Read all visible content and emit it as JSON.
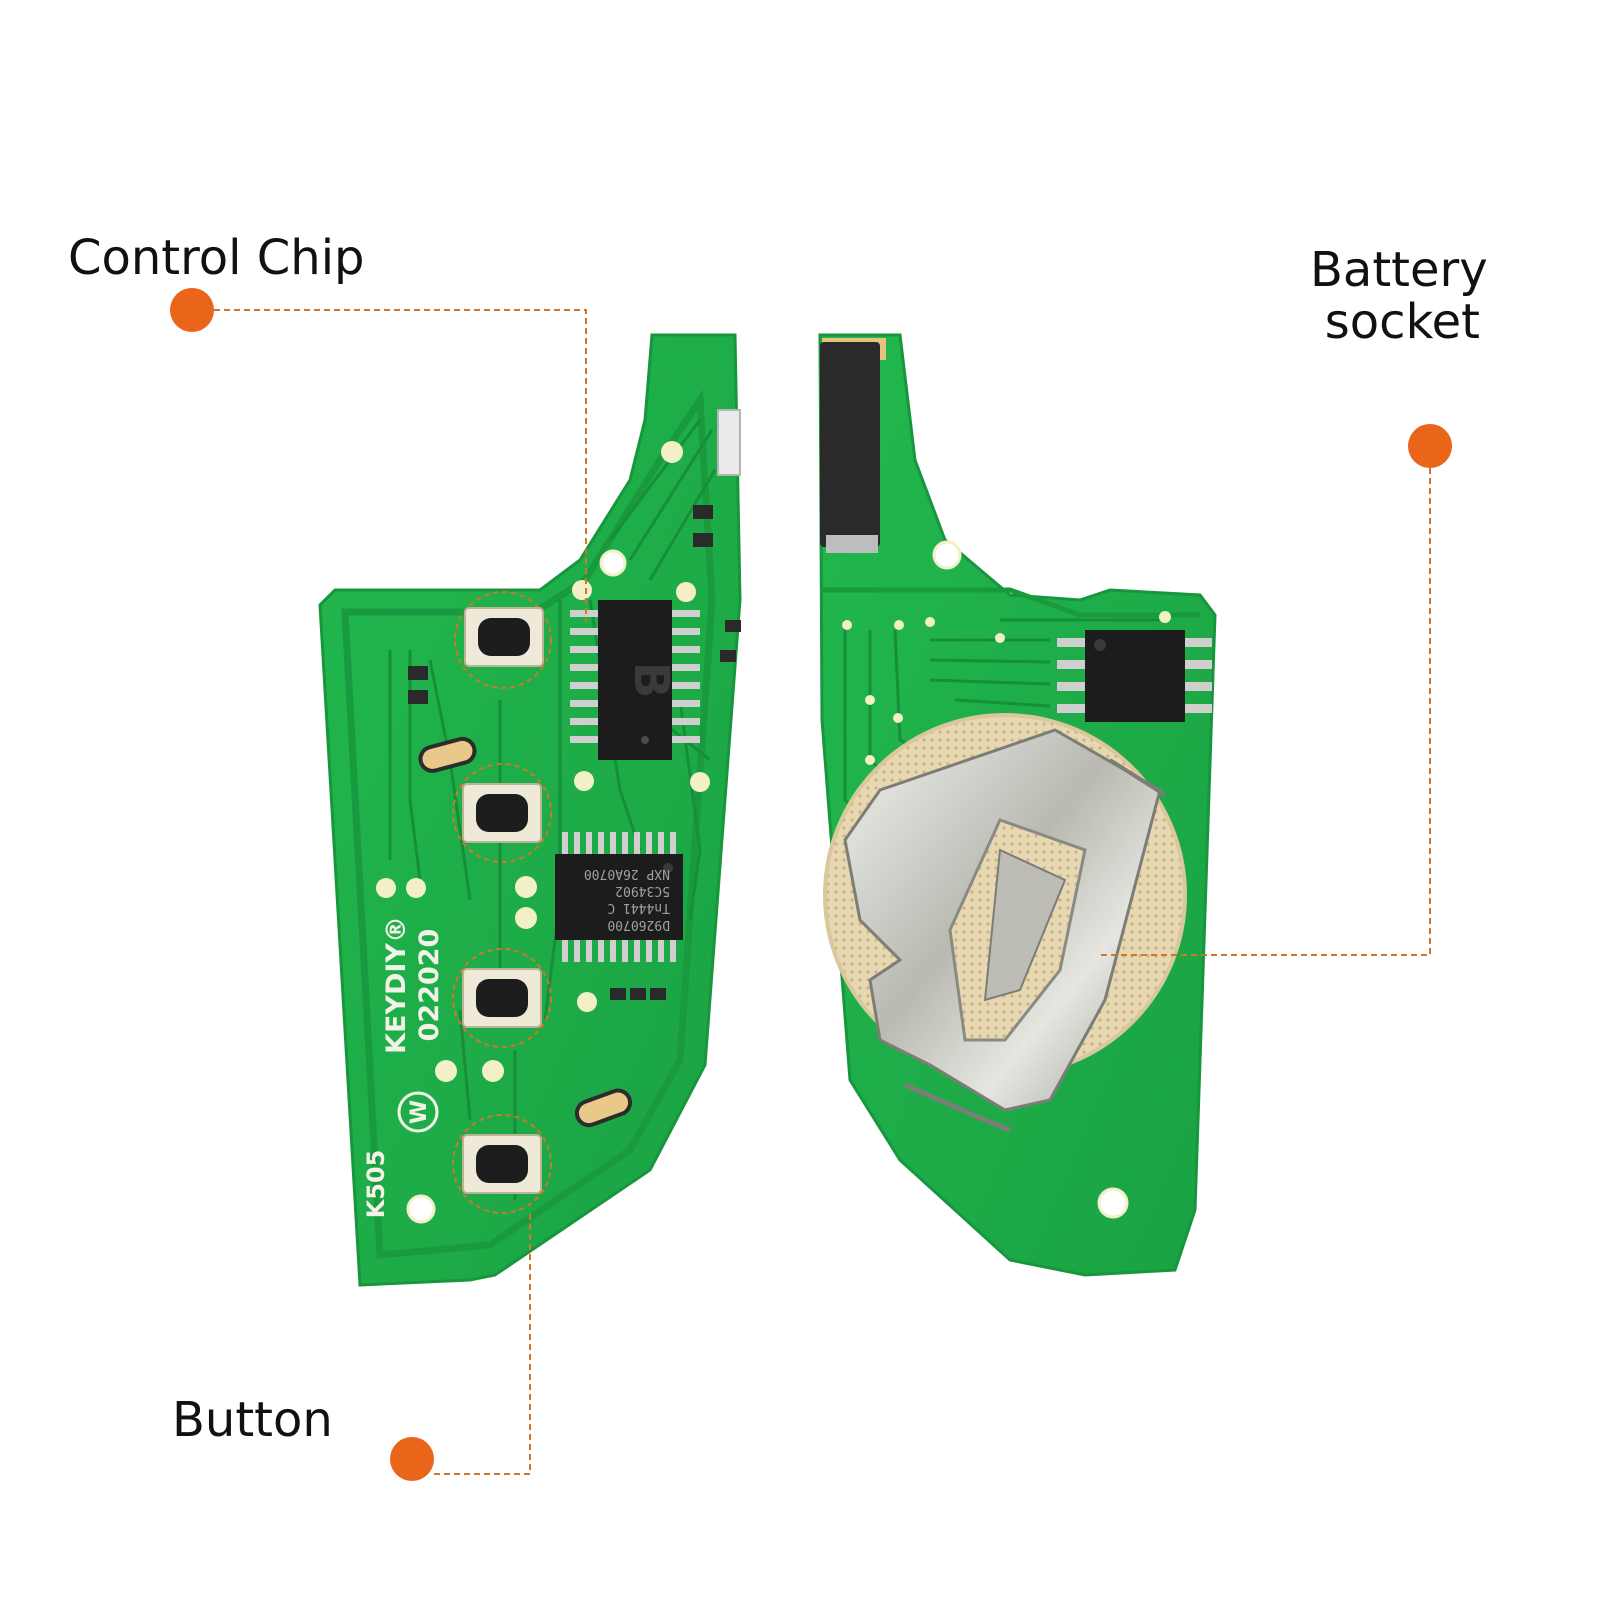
{
  "callouts": {
    "control_chip": "Control Chip",
    "battery_socket_line1": "Battery",
    "battery_socket_line2": "socket",
    "button": "Button"
  },
  "board_markings": {
    "model": "K505",
    "brand": "KEYDIY®",
    "date_code": "022020",
    "chip_letter": "B",
    "logo_letter": "W",
    "ic_line1": "D9260700",
    "ic_line2": "Tn4441 C",
    "ic_line3": "5C34902",
    "ic_line4": "NXP 26A0700"
  },
  "colors": {
    "accent": "#e8651a",
    "pcb_green": "#1fb04a",
    "pcb_trace": "#19973d",
    "pad_gold": "#f3efc6",
    "metal": "#c9c9c3"
  },
  "icons": {
    "callout_marker": "orange-dot-icon",
    "leader_line": "dashed-orange-line"
  }
}
